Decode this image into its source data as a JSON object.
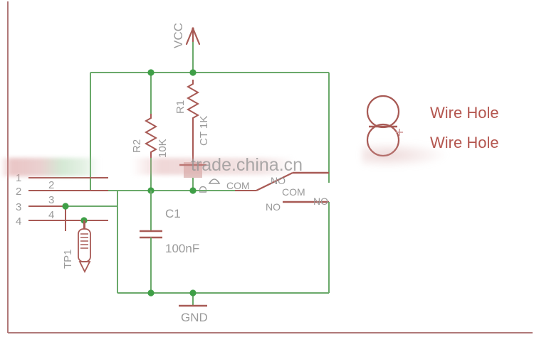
{
  "diagram": {
    "title": "Relay thermostat control circuit schematic",
    "watermark": "trade.china.cn",
    "colors": {
      "wire": "#6aa96a",
      "component": "#a85a55",
      "label": "#9a9a9a",
      "label_red": "#b4564f",
      "border": "#b07878",
      "junction": "#3f9f47",
      "background": "#ffffff"
    }
  },
  "power": {
    "vcc_label": "VCC",
    "gnd_label": "GND"
  },
  "components": {
    "r2": {
      "ref": "R2",
      "value": "10K"
    },
    "r1": {
      "ref": "R1",
      "value": "CT 1K"
    },
    "c1": {
      "ref": "C1",
      "value": "100nF"
    },
    "tp1": {
      "ref": "TP1"
    },
    "d": {
      "ref": "D"
    }
  },
  "relay": {
    "contact_top": {
      "com": "COM",
      "no": "NO"
    },
    "contact_bottom": {
      "com": "COM",
      "no_left": "NO",
      "no_right": "NO"
    }
  },
  "connector": {
    "pins_left": [
      "1",
      "2",
      "3",
      "4"
    ],
    "pins_right": [
      "2",
      "3",
      "4"
    ]
  },
  "wire_holes": {
    "items": [
      {
        "label": "Wire Hole"
      },
      {
        "label": "Wire Hole"
      }
    ]
  }
}
